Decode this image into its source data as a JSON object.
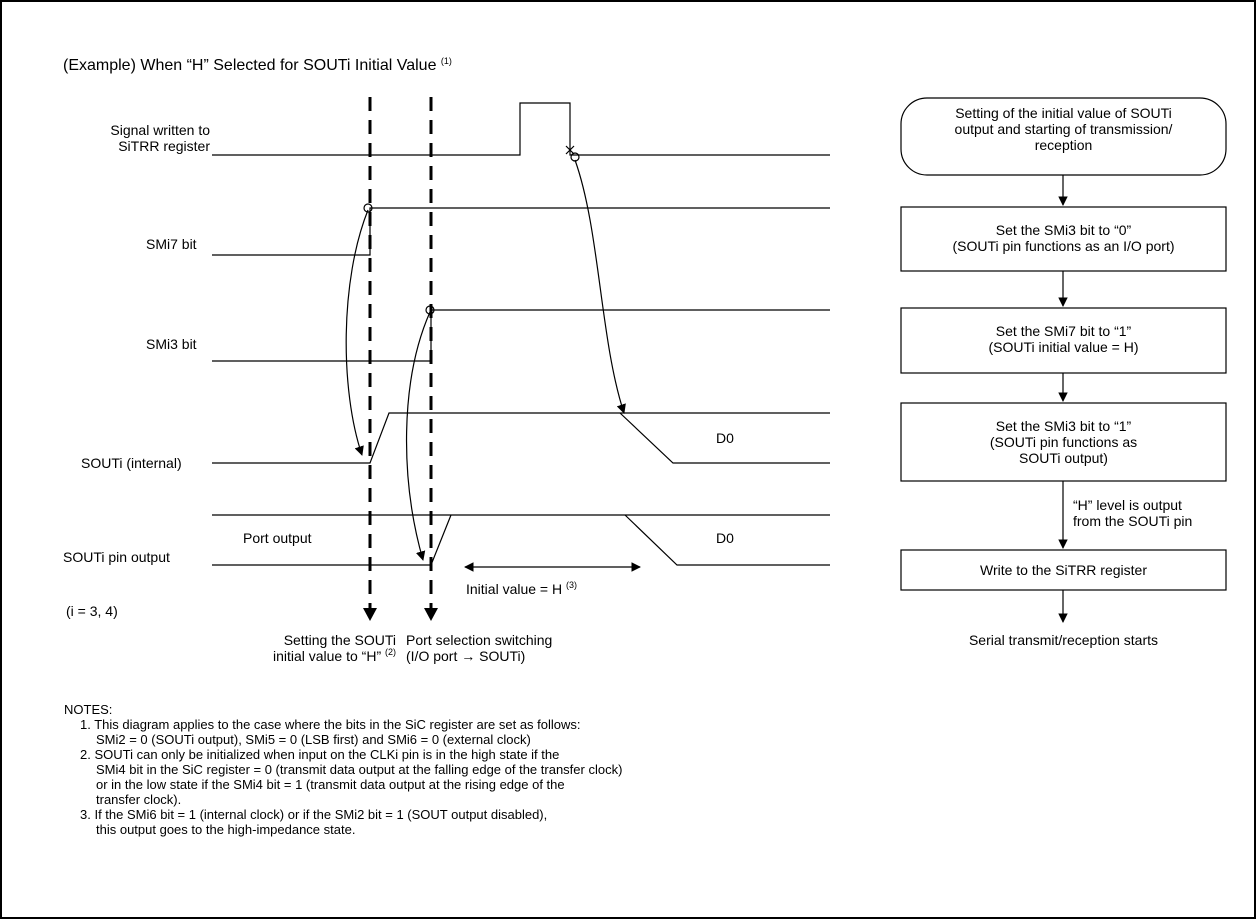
{
  "title": {
    "text": "(Example) When “H” Selected for SOUTi Initial Value",
    "sup": "(1)"
  },
  "signals": {
    "sitrr_line1": "Signal written to",
    "sitrr_line2": "SiTRR register",
    "smi7": "SMi7 bit",
    "smi3": "SMi3 bit",
    "souti_internal": "SOUTi (internal)",
    "souti_pin": "SOUTi pin output",
    "port_output": "Port output",
    "d0_internal": "D0",
    "d0_pin": "D0",
    "initial_value": "Initial value = H",
    "initial_value_sup": "(3)",
    "i_range": "(i = 3, 4)"
  },
  "captions": {
    "setting_line1": "Setting the SOUTi",
    "setting_line2": "initial value to “H”",
    "setting_sup": "(2)",
    "port_line1": "Port selection switching",
    "port_line2": "(I/O port  → SOUTi)"
  },
  "flowchart": {
    "start": [
      "Setting of the initial value of SOUTi",
      "output and starting of transmission/",
      "reception"
    ],
    "step1": [
      "Set the SMi3 bit to “0”",
      "(SOUTi pin functions as an I/O port)"
    ],
    "step2": [
      "Set the SMi7 bit to “1”",
      "(SOUTi initial value = H)"
    ],
    "step3": [
      "Set the SMi3 bit to “1”",
      "(SOUTi pin functions as",
      "SOUTi output)"
    ],
    "side_note": [
      "“H” level is output",
      "from the SOUTi pin"
    ],
    "step4": "Write to the SiTRR register",
    "end": "Serial transmit/reception starts"
  },
  "notes": {
    "heading": "NOTES:",
    "n1": [
      "1. This diagram applies to the case where the bits in the SiC register are set as follows:",
      "SMi2 = 0 (SOUTi output), SMi5 = 0 (LSB first) and SMi6 = 0 (external clock)"
    ],
    "n2": [
      "2. SOUTi can only be initialized when input on the CLKi pin is in the high state if the",
      "SMi4 bit in the SiC register = 0 (transmit data output at the falling edge of the transfer clock)",
      "or in the low state if the SMi4 bit = 1 (transmit data output at the rising edge of the",
      "transfer clock)."
    ],
    "n3": [
      "3. If the SMi6 bit = 1 (internal clock) or if the SMi2 bit = 1 (SOUT output disabled),",
      "this output goes to the high-impedance state."
    ]
  }
}
